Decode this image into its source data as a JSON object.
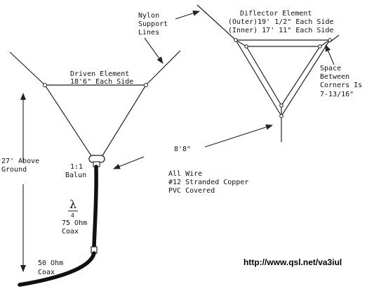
{
  "driven_element": {
    "title": "Driven Element",
    "dimension": "18'6\" Each Side"
  },
  "support": {
    "line1": "Nylon",
    "line2": "Support",
    "line3": "Lines"
  },
  "director_element": {
    "title": "Diflector Element",
    "outer": "(Outer)19' 1/2\" Each Side",
    "inner": "(Inner) 17' 11\" Each Side"
  },
  "spacing_note": {
    "line1": "Space",
    "line2": "Between",
    "line3": "Corners Is",
    "line4": "7-13/16\""
  },
  "height": {
    "line1": "27' Above",
    "line2": "Ground"
  },
  "element_spacing": "8'8\"",
  "balun": {
    "line1": "1:1",
    "line2": "Balun"
  },
  "wire_spec": {
    "line1": "All Wire",
    "line2": "#12 Stranded Copper",
    "line3": "PVC Covered"
  },
  "coax_75": {
    "symbol": "λ",
    "fraction": "4",
    "line1": "75 Ohm",
    "line2": "Coax"
  },
  "coax_50": {
    "line1": "50 Ohm",
    "line2": "Coax"
  },
  "url": "http://www.qsl.net/va3iul"
}
